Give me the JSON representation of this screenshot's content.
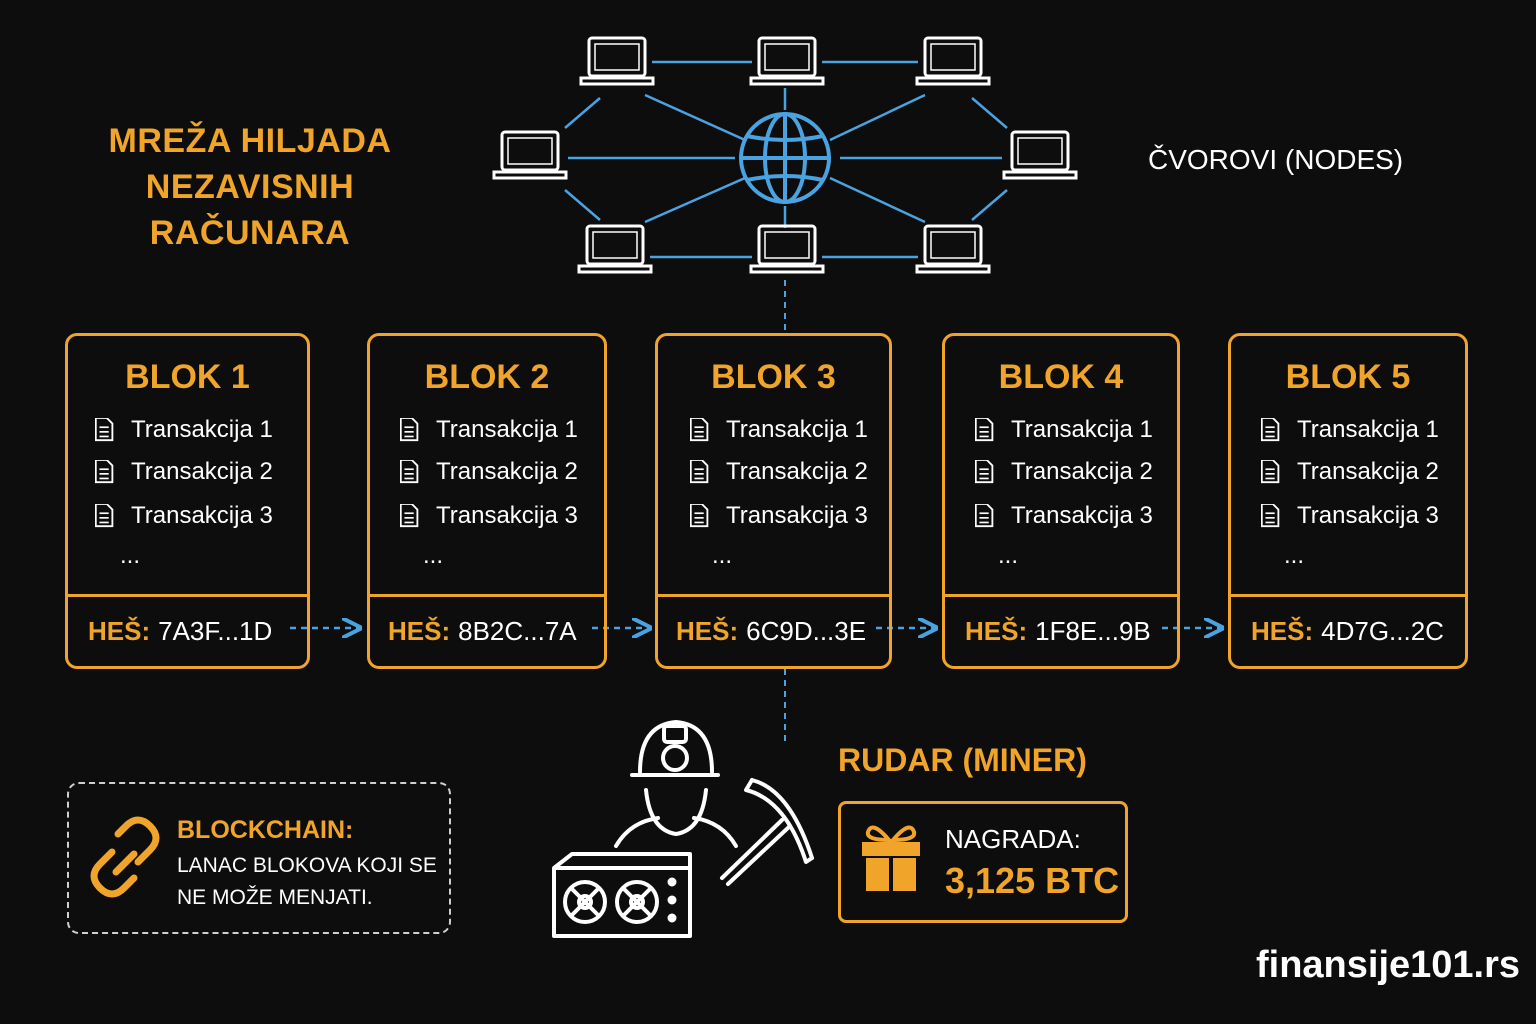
{
  "network": {
    "title_line1": "MREŽA HILJADA",
    "title_line2": "NEZAVISNIH RAČUNARA",
    "nodes_label": "ČVOROVI (NODES)"
  },
  "blocks": [
    {
      "title": "BLOK 1",
      "transactions": [
        "Transakcija 1",
        "Transakcija 2",
        "Transakcija 3"
      ],
      "ellipsis": "...",
      "hash_label": "HEŠ:",
      "hash": "7A3F...1D"
    },
    {
      "title": "BLOK 2",
      "transactions": [
        "Transakcija 1",
        "Transakcija 2",
        "Transakcija 3"
      ],
      "ellipsis": "...",
      "hash_label": "HEŠ:",
      "hash": "8B2C...7A"
    },
    {
      "title": "BLOK 3",
      "transactions": [
        "Transakcija 1",
        "Transakcija 2",
        "Transakcija 3"
      ],
      "ellipsis": "...",
      "hash_label": "HEŠ:",
      "hash": "6C9D...3E"
    },
    {
      "title": "BLOK 4",
      "transactions": [
        "Transakcija 1",
        "Transakcija 2",
        "Transakcija 3"
      ],
      "ellipsis": "...",
      "hash_label": "HEŠ:",
      "hash": "1F8E...9B"
    },
    {
      "title": "BLOK 5",
      "transactions": [
        "Transakcija 1",
        "Transakcija 2",
        "Transakcija 3"
      ],
      "ellipsis": "...",
      "hash_label": "HEŠ:",
      "hash": "4D7G...2C"
    }
  ],
  "miner": {
    "label": "RUDAR (MINER)",
    "reward_label": "NAGRADA:",
    "reward_value": "3,125 BTC"
  },
  "blockchain_note": {
    "title": "BLOCKCHAIN:",
    "description": "LANAC BLOKOVA KOJI SE NE MOŽE MENJATI."
  },
  "brand": "finansije101.rs",
  "colors": {
    "background": "#0d0d0e",
    "accent_orange": "#f0a52a",
    "network_blue": "#4aa3e0",
    "text_white": "#ffffff"
  },
  "icons": [
    "laptop-icon",
    "globe-icon",
    "document-icon",
    "hard-hat-miner-icon",
    "pickaxe-icon",
    "mining-rig-icon",
    "gift-icon",
    "chain-link-icon"
  ]
}
